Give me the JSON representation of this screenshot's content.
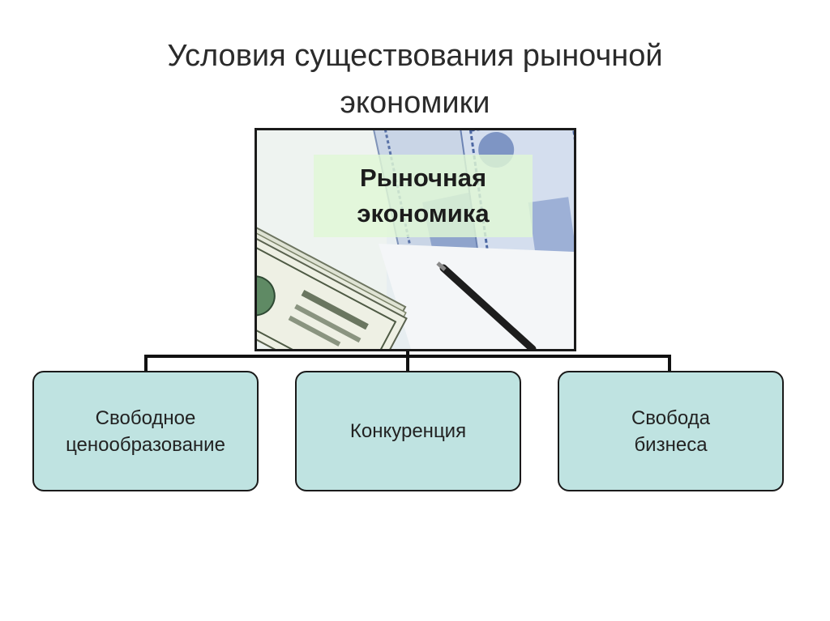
{
  "title": {
    "line1": "Условия существования рыночной",
    "line2": "экономики"
  },
  "central": {
    "label_line1": "Рыночная",
    "label_line2": "экономика",
    "image": "photo-of-dollar-banknotes-securities-and-pen"
  },
  "boxes": [
    {
      "line1": "Свободное",
      "line2": "ценообразование"
    },
    {
      "line1": "Конкуренция"
    },
    {
      "line1": "Свобода",
      "line2": "бизнеса"
    }
  ],
  "colors": {
    "box_fill": "#bfe3e1",
    "label_fill": "#e0f8d6",
    "connector": "#111111"
  }
}
